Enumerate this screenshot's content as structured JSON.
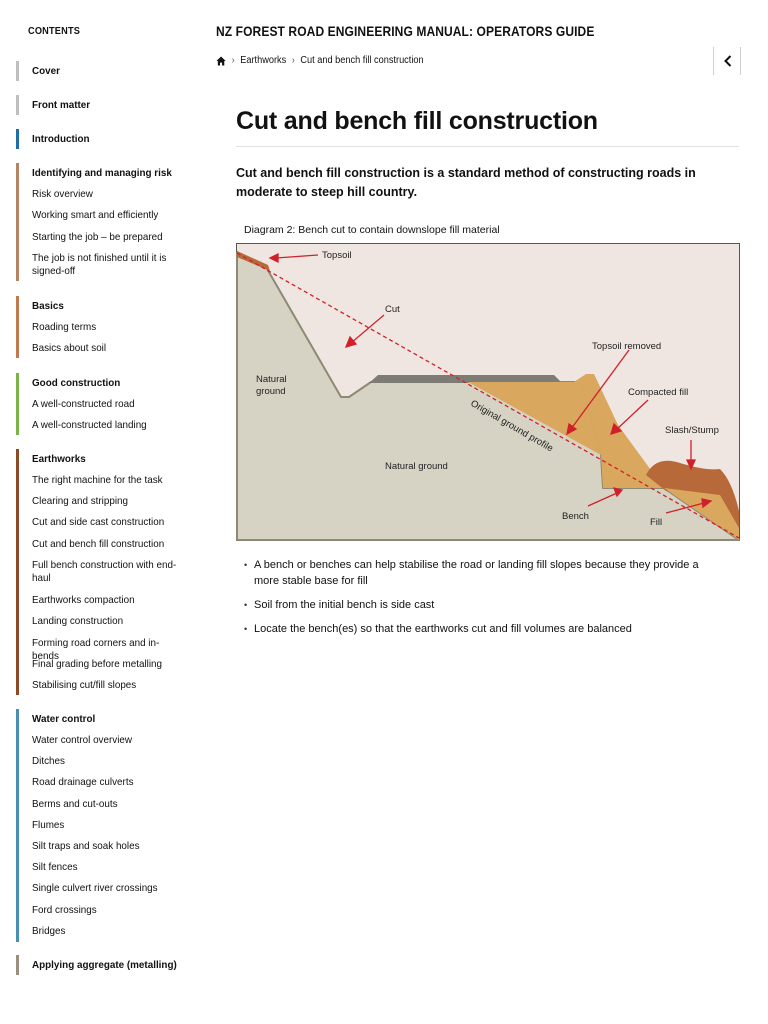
{
  "sidebar": {
    "title": "CONTENTS",
    "sections": [
      {
        "heading": "Cover",
        "color": "#bfbfbf",
        "items": []
      },
      {
        "heading": "Front matter",
        "color": "#bfbfbf",
        "items": []
      },
      {
        "heading": "Introduction",
        "color": "#1f6fa6",
        "items": []
      },
      {
        "heading": "Identifying and managing risk",
        "color": "#b58563",
        "items": [
          "Risk overview",
          "Working smart and efficiently",
          "Starting the job – be prepared",
          "The job is not finished until it is signed-off"
        ]
      },
      {
        "heading": "Basics",
        "color": "#c07a4f",
        "items": [
          "Roading terms",
          "Basics about soil"
        ]
      },
      {
        "heading": "Good construction",
        "color": "#7bb24a",
        "items": [
          "A well-constructed road",
          "A well-constructed landing"
        ]
      },
      {
        "heading": "Earthworks",
        "color": "#8a4b25",
        "items": [
          "The right machine for the task",
          "Clearing and stripping",
          "Cut and side cast construction",
          "Cut and bench fill construction",
          "Full bench construction with end-haul",
          "Earthworks compaction",
          "Landing construction",
          "Forming road corners and in-bends",
          "Final grading before metalling",
          "Stabilising cut/fill slopes"
        ]
      },
      {
        "heading": "Water control",
        "color": "#4a8db5",
        "items": [
          "Water control overview",
          "Ditches",
          "Road drainage culverts",
          "Berms and cut-outs",
          "Flumes",
          "Silt traps and soak holes",
          "Silt fences",
          "Single culvert river crossings",
          "Ford crossings",
          "Bridges"
        ]
      },
      {
        "heading": "Applying aggregate (metalling)",
        "color": "#9a8f7a",
        "items": []
      }
    ]
  },
  "header": {
    "title": "NZ FOREST ROAD ENGINEERING MANUAL: OPERATORS GUIDE",
    "breadcrumb": [
      "Earthworks",
      "Cut and bench fill construction"
    ]
  },
  "main": {
    "title": "Cut and bench fill construction",
    "lead": "Cut and bench fill construction is a standard method of constructing roads in moderate to steep hill country.",
    "caption": "Diagram 2: Bench cut to contain downslope fill material",
    "diagram_labels": {
      "topsoil": "Topsoil",
      "cut": "Cut",
      "topsoil_removed": "Topsoil removed",
      "natural_ground_left": "Natural ground",
      "compacted_fill": "Compacted fill",
      "original_ground_profile": "Original ground profile",
      "slash_stump": "Slash/Stump",
      "natural_ground": "Natural ground",
      "bench": "Bench",
      "fill": "Fill"
    },
    "bullets": [
      "A bench or benches can help stabilise the road or landing fill slopes because they provide a more stable base for fill",
      "Soil from the initial bench is side cast",
      "Locate the bench(es) so that the earthworks cut and fill volumes are balanced"
    ]
  },
  "colors": {
    "sky": "#f0e6e1",
    "ground": "#d6d3c4",
    "fill": "#d9a85e",
    "slash": "#b8693a",
    "arrow": "#d0202a"
  }
}
